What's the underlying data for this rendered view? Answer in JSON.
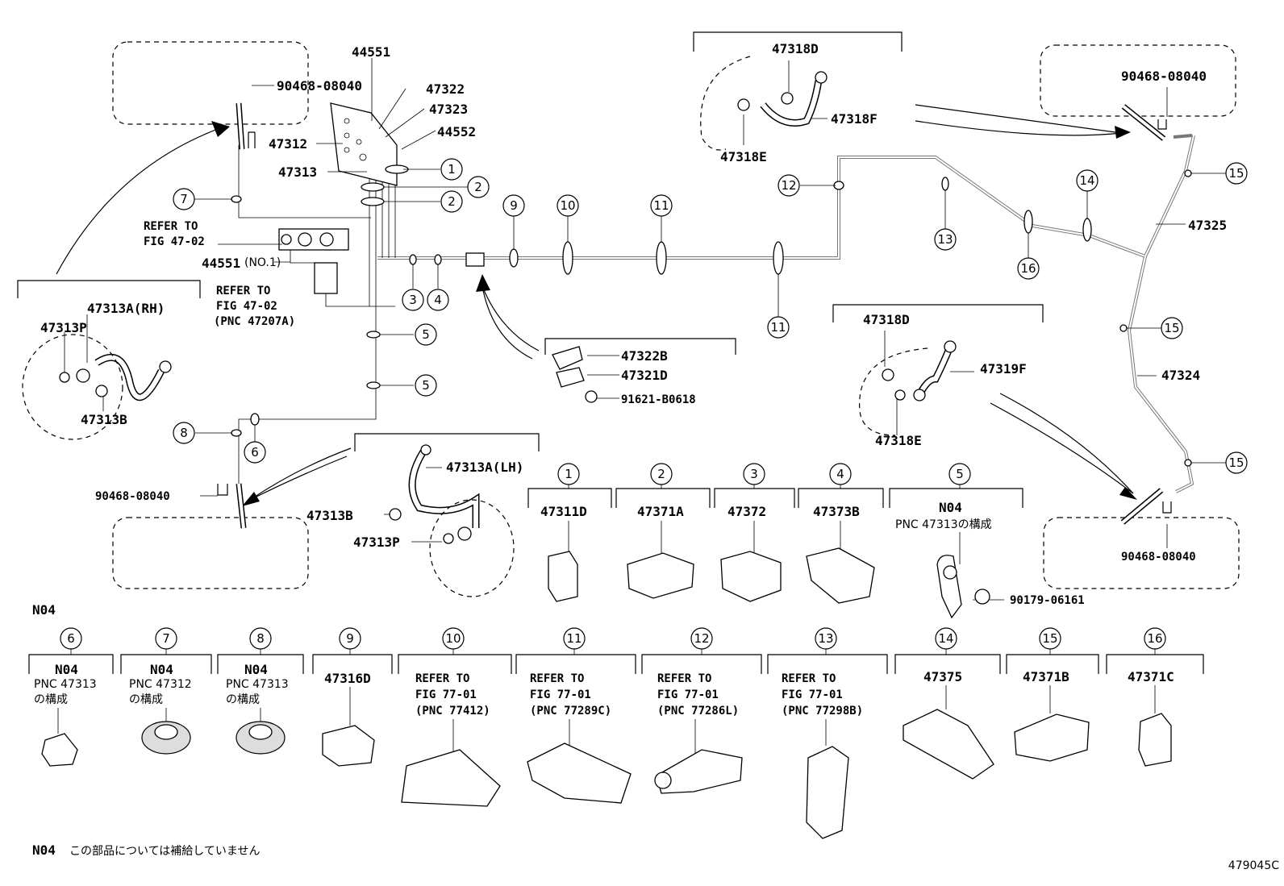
{
  "diagram_code": "479045C",
  "labels": {
    "l44551_top": "44551",
    "l90468_tl": "90468-08040",
    "l47322": "47322",
    "l47323": "47323",
    "l44552": "44552",
    "l47312": "47312",
    "l47313": "47313",
    "refer1a": "REFER TO",
    "refer1b": "FIG 47-02",
    "l44551no1_a": "44551",
    "l44551no1_b": "(NO.1)",
    "refer2a": "REFER TO",
    "refer2b": "FIG 47-02",
    "refer2c": "(PNC 47207A)",
    "l47313a_rh": "47313A(RH)",
    "l47313p_rh": "47313P",
    "l47313b_rh": "47313B",
    "l47318d_top": "47318D",
    "l47318f": "47318F",
    "l47318e_top": "47318E",
    "l90468_tr": "90468-08040",
    "l47325": "47325",
    "l47324": "47324",
    "l47322b": "47322B",
    "l47321d": "47321D",
    "l91621": "91621-B0618",
    "l47318d_mid": "47318D",
    "l47319f": "47319F",
    "l47318e_mid": "47318E",
    "l90468_bl": "90468-08040",
    "l47313a_lh": "47313A(LH)",
    "l47313b_lh": "47313B",
    "l47313p_lh": "47313P",
    "l90468_br": "90468-08040",
    "l90179": "90179-06161",
    "n04_heading": "N04",
    "footnote_code": "N04",
    "footnote_text": "この部品については補給していません"
  },
  "callouts": [
    "1",
    "2",
    "2",
    "3",
    "4",
    "5",
    "5",
    "6",
    "7",
    "8",
    "9",
    "10",
    "11",
    "11",
    "12",
    "13",
    "14",
    "15",
    "15",
    "15",
    "16"
  ],
  "parts_row1": [
    {
      "num": "1",
      "part": "47311D",
      "note": ""
    },
    {
      "num": "2",
      "part": "47371A",
      "note": ""
    },
    {
      "num": "3",
      "part": "47372",
      "note": ""
    },
    {
      "num": "4",
      "part": "47373B",
      "note": ""
    },
    {
      "num": "5",
      "part": "N04",
      "note": "PNC 47313の構成"
    }
  ],
  "parts_row2": [
    {
      "num": "6",
      "part": "N04",
      "note1": "PNC 47313",
      "note2": "の構成"
    },
    {
      "num": "7",
      "part": "N04",
      "note1": "PNC 47312",
      "note2": "の構成"
    },
    {
      "num": "8",
      "part": "N04",
      "note1": "PNC 47313",
      "note2": "の構成"
    },
    {
      "num": "9",
      "part": "47316D",
      "note1": "",
      "note2": ""
    },
    {
      "num": "10",
      "refer": [
        "REFER TO",
        "FIG 77-01",
        "(PNC 77412)"
      ]
    },
    {
      "num": "11",
      "refer": [
        "REFER TO",
        "FIG 77-01",
        "(PNC 77289C)"
      ]
    },
    {
      "num": "12",
      "refer": [
        "REFER TO",
        "FIG 77-01",
        "(PNC 77286L)"
      ]
    },
    {
      "num": "13",
      "refer": [
        "REFER TO",
        "FIG 77-01",
        "(PNC 77298B)"
      ]
    },
    {
      "num": "14",
      "part": "47375",
      "note1": "",
      "note2": ""
    },
    {
      "num": "15",
      "part": "47371B",
      "note1": "",
      "note2": ""
    },
    {
      "num": "16",
      "part": "47371C",
      "note1": "",
      "note2": ""
    }
  ]
}
